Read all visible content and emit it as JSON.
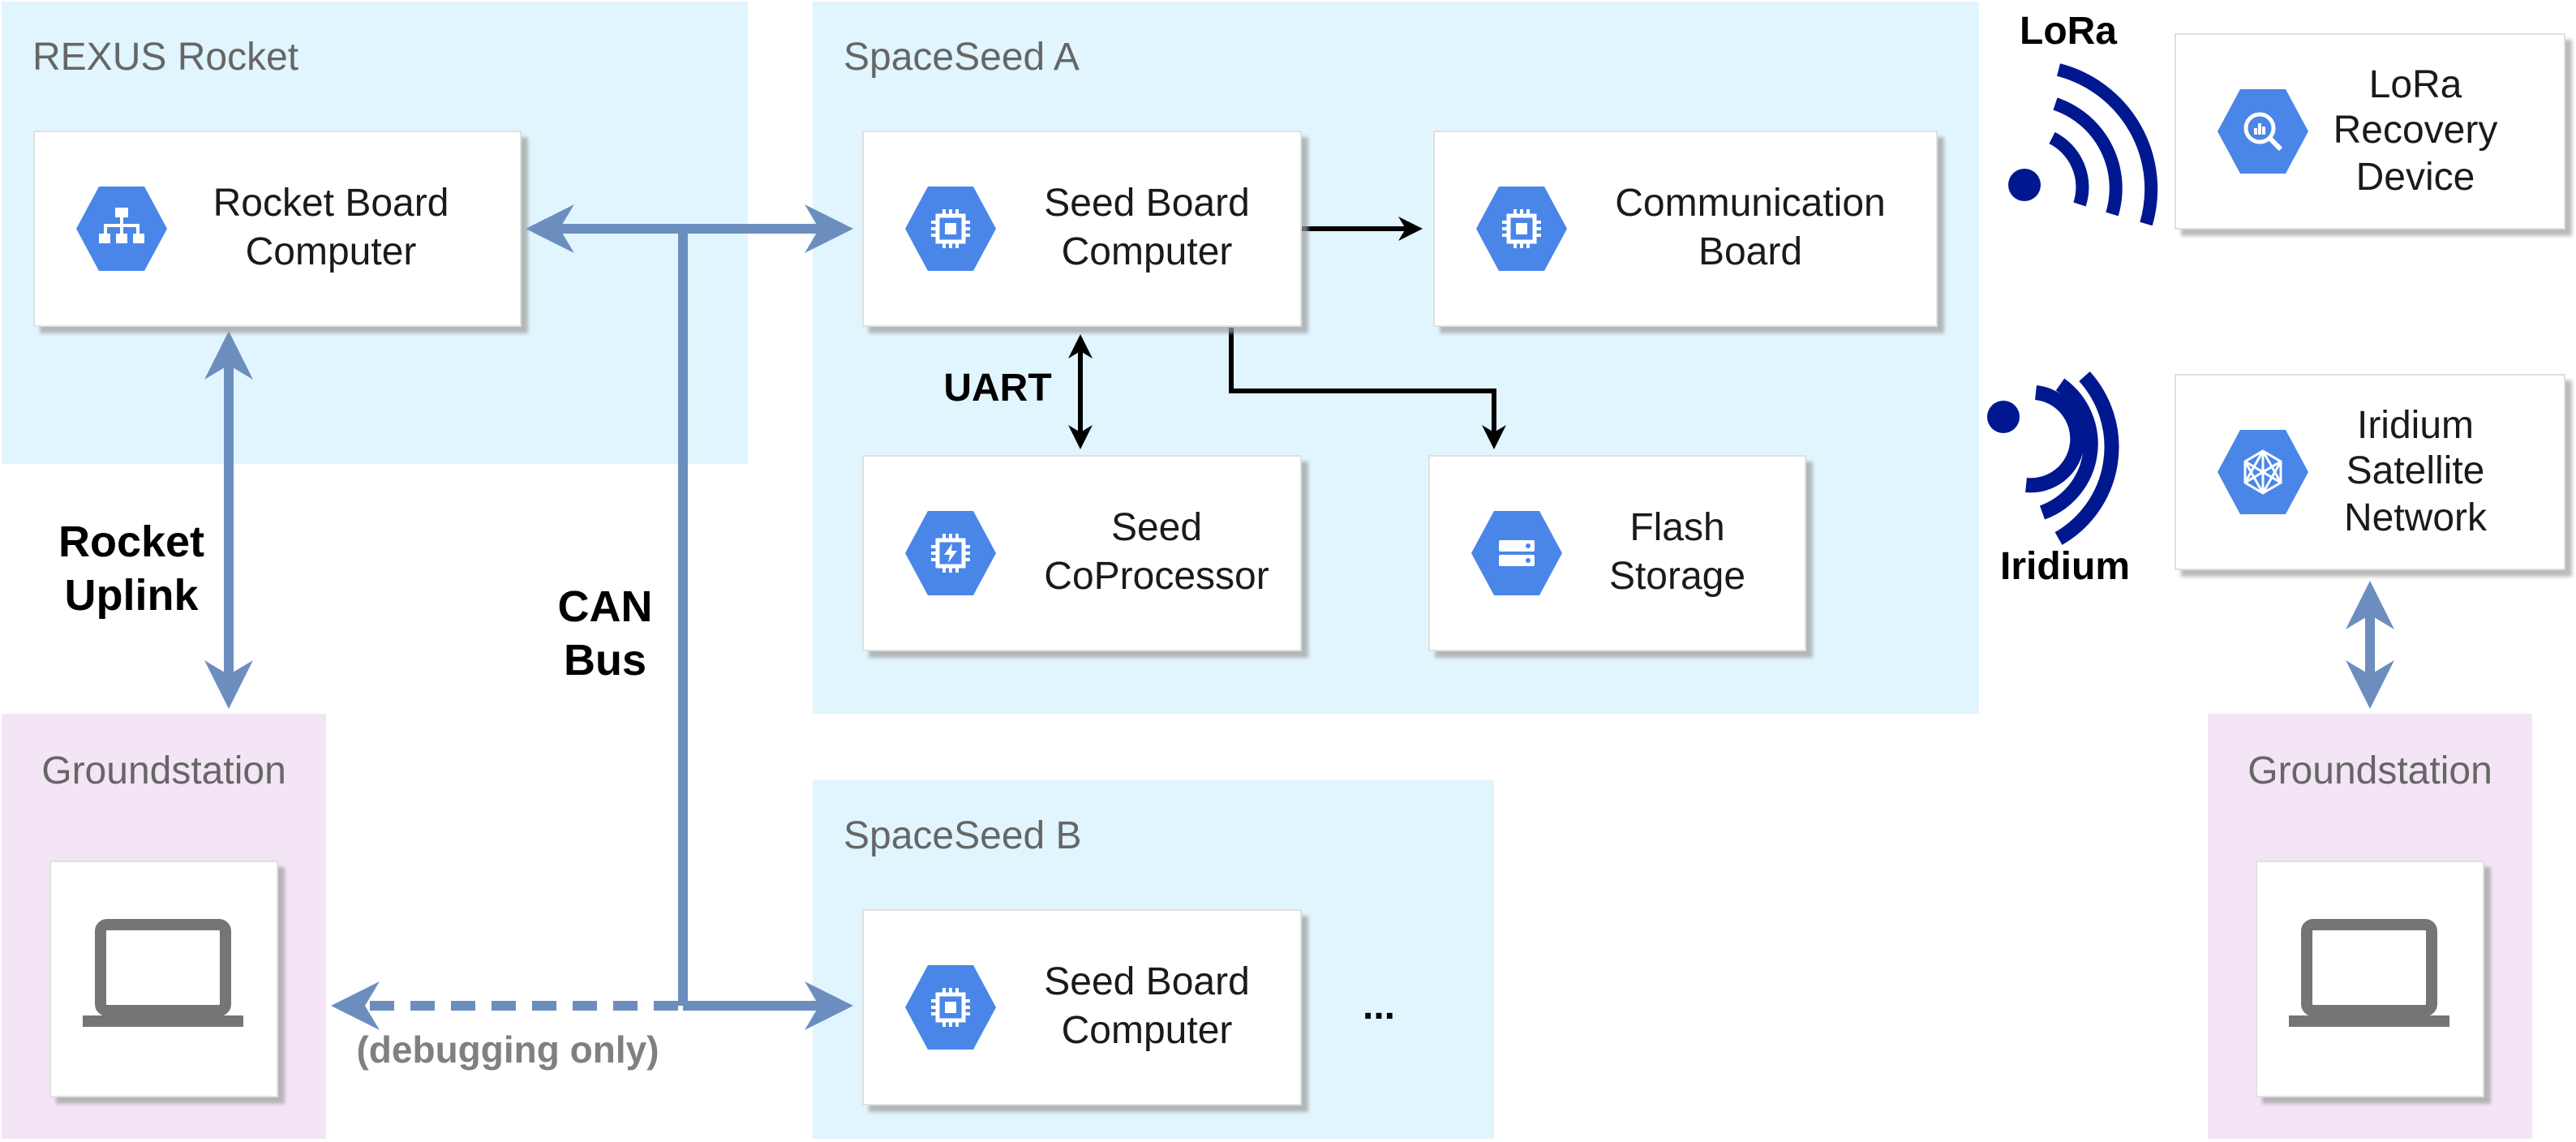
{
  "colors": {
    "region_blue": "#E1F5FE",
    "region_purple": "#F3E5F5",
    "region_title": "#666666",
    "card_bg": "#FFFFFF",
    "card_shadow": "#BDBDBD",
    "icon_hex": "#4A86E8",
    "can_bus": "#6C8EBF",
    "arrow_black": "#000000",
    "wireless_navy": "#00188F",
    "laptop_gray": "#757575"
  },
  "regions": {
    "rexus_rocket": "REXUS Rocket",
    "spaceseed_a": "SpaceSeed A",
    "spaceseed_b": "SpaceSeed B",
    "groundstation_left": "Groundstation",
    "groundstation_right": "Groundstation"
  },
  "cards": {
    "rocket_board": {
      "line1": "Rocket Board",
      "line2": "Computer",
      "icon": "sitemap-icon"
    },
    "seed_board_a": {
      "line1": "Seed Board",
      "line2": "Computer",
      "icon": "chip-icon"
    },
    "communication_board": {
      "line1": "Communication",
      "line2": "Board",
      "icon": "chip-icon"
    },
    "seed_coprocessor": {
      "line1": "Seed",
      "line2": "CoProcessor",
      "icon": "chip-bolt-icon"
    },
    "flash_storage": {
      "line1": "Flash",
      "line2": "Storage",
      "icon": "storage-icon"
    },
    "seed_board_b": {
      "line1": "Seed Board",
      "line2": "Computer",
      "icon": "chip-icon"
    },
    "lora_device": {
      "line1": "LoRa",
      "line2": "Recovery",
      "line3": "Device",
      "icon": "analytics-search-icon"
    },
    "iridium_network": {
      "line1": "Iridium",
      "line2": "Satellite",
      "line3": "Network",
      "icon": "network-mesh-icon"
    }
  },
  "labels": {
    "uart": "UART",
    "rocket_uplink_1": "Rocket",
    "rocket_uplink_2": "Uplink",
    "can_bus_1": "CAN",
    "can_bus_2": "Bus",
    "debugging": "(debugging only)",
    "lora": "LoRa",
    "iridium": "Iridium",
    "ellipsis": "..."
  }
}
